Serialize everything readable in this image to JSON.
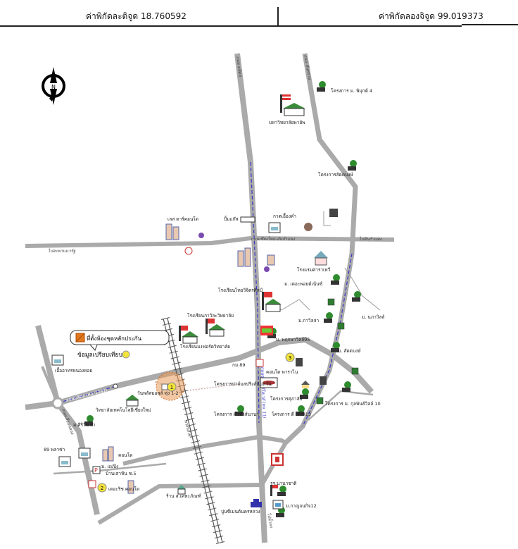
{
  "header": {
    "latitude_text": "ค่าพิกัดละติจูด 18.760592",
    "longitude_text": "ค่าพิกัดลองจิจูด 99.019373"
  },
  "legend": {
    "location_label": "ที่ตั้งห้องชุดหลักประกัน",
    "compare_label": "ข้อมูลเปรียบเทียบ"
  },
  "compass": {
    "letter": "N"
  },
  "roads": {
    "r1": "ถนน มหิดล",
    "r2": "ถนน สันทราย",
    "r3": "ไปสะพานนวรัฐ",
    "r4": "ไปสันกำแพง",
    "r5": "ถนนเชียงใหม่-สันกำแพง",
    "r6": "ถนนมหิดล (ทล. 1141)",
    "r7": "ทางรถไฟ",
    "r8": "ถนนเลียบคลอง",
    "r9": "ถนนซุปเปอร์ไฮเวย์ (ทล. 11)",
    "r10": "ไปน้ำตก"
  },
  "places": {
    "p1": "โครงการ ม. พิมุกต์ 4",
    "p2": "มหาวิทยาลัยพายัพ",
    "p3": "โครงการสัตตบงษ์",
    "p4": "เลส ดาร์คอนโด",
    "p5": "ปั้มแก๊ส",
    "p6": "กาดเอื้องคำ",
    "p7": "โรงแรมศาราเทวี",
    "p8": "ม. เดอะพอยต์เน้นซ์",
    "p9": "โรงเรียนไทยวิจิตรศิลป์",
    "p10": "โรงเรียนกาวิละวิทยาลัย",
    "p11": "โรงเรียนมงฟอร์ตวิทยาลัย",
    "p12": "ม.กาวิลล่า",
    "p13": "ม. นภาวิลล์",
    "p14": "ม. พฤกษาวิลล์95",
    "p15": "ม. สัตตบงษ์",
    "p16": "เอื้ออาทรหนองหอย",
    "p17": "กม.89",
    "p18": "คอนโด พาราไน",
    "p19": "วันพลัสมอลล์ ทุ่ง 1-2",
    "p20": "โครงการปาล์มสปริงส์นันทวัน",
    "p21": "วิทยาลัยเทคโนโลยีเชียงใหม่",
    "p22": "โครงการศุภาลัย",
    "p23": "โครงการ ม. กุลพันธ์วิลล์ 10",
    "p24": "ม.ศิริวัฒนา",
    "p25": "โครงการ ดี เฮ้าส์นานา",
    "p26": "โครงการ ดี เฮ้าส์13",
    "p27": "89 พลาซ่า",
    "p28": "คอนโด",
    "p29": "ม. แม่ปิง",
    "p30": "บ้านเสาหิน ซ.5",
    "p31": "เดอะริช คอนโด",
    "p32": "ร้าน ส.เคหะภัณฑ์",
    "p33": "รร.นานาชาติ",
    "p34": "ปูนซีเมนต์นครหลวง",
    "p35": "ม.กาญจนกิจ12"
  },
  "markers": {
    "m1": "1",
    "m2": "2",
    "m3": "3"
  },
  "colors": {
    "road": "#aaaaaa",
    "highway_line": "#3a3ac8",
    "railway": "#555555",
    "subject_circle": "#e79a5a",
    "compare_marker": "#f2e33a",
    "tree": "#2e8b2e"
  },
  "icons": [
    "compass-icon",
    "condo-building-icon",
    "temple-icon",
    "school-icon",
    "tree-housing-icon",
    "gas-station-icon",
    "market-icon",
    "convenience-store-icon",
    "house-icon",
    "hospital-icon"
  ]
}
